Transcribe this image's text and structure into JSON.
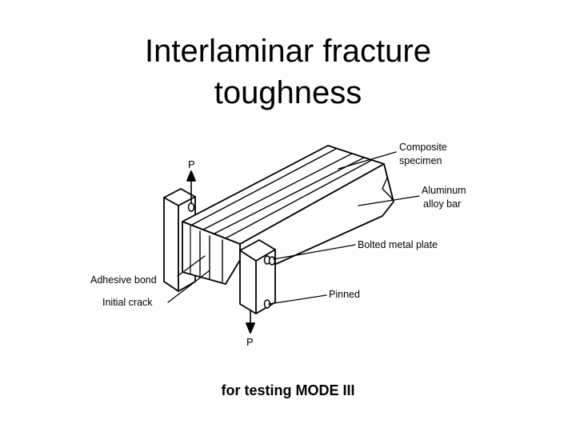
{
  "title": {
    "line1": "Interlaminar fracture",
    "line2": "toughness"
  },
  "diagram": {
    "labels": {
      "composite_line1": "Composite",
      "composite_line2": "specimen",
      "aluminum_line1": "Aluminum",
      "aluminum_line2": "alloy bar",
      "bolted_plate": "Bolted metal plate",
      "pinned": "Pinned",
      "adhesive_bond": "Adhesive bond",
      "initial_crack": "Initial crack",
      "load_top": "P",
      "load_bottom": "P"
    }
  },
  "caption": "for testing MODE III"
}
